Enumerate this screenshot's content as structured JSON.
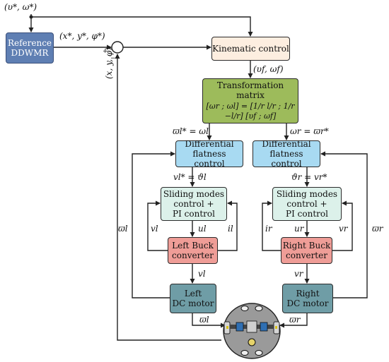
{
  "colors": {
    "reference_block": "#5f7fb3",
    "kinematic_block": "#fdeee0",
    "transformation_block": "#9dbb5b",
    "flatness_block": "#a8daf2",
    "sliding_block": "#dcf1ea",
    "buck_block": "#ef9d97",
    "motor_block": "#6f9da6",
    "robot_body": "#9a9a9a"
  },
  "nodes": {
    "reference": {
      "line1": "Reference",
      "line2": "DDWMR"
    },
    "kinematic": {
      "label": "Kinematic control"
    },
    "transformation": {
      "title": "Transformation matrix",
      "equation": "[ωr ; ωl] = [1/r  l/r ; 1/r  −l/r] [υf ; ωf]"
    },
    "flatness_left": {
      "line1": "Differential",
      "line2": "flatness control"
    },
    "flatness_right": {
      "line1": "Differential",
      "line2": "flatness control"
    },
    "sliding_left": {
      "line1": "Sliding modes",
      "line2": "control +",
      "line3": "PI control"
    },
    "sliding_right": {
      "line1": "Sliding modes",
      "line2": "control +",
      "line3": "PI control"
    },
    "buck_left": {
      "line1": "Left Buck",
      "line2": "converter"
    },
    "buck_right": {
      "line1": "Right Buck",
      "line2": "converter"
    },
    "motor_left": {
      "line1": "Left",
      "line2": "DC motor"
    },
    "motor_right": {
      "line1": "Right",
      "line2": "DC motor"
    }
  },
  "signals": {
    "ref_velocity": "(υ*, ω*)",
    "ref_pose": "(x*, y*, φ*)",
    "measured_pose": "(x, y, φ)",
    "kinematic_out": "(υf, ωf)",
    "omega_left_ref": "ϖl* = ωl",
    "omega_right_ref": "ωr = ϖr*",
    "v_left_ref": "vl* = ϑl",
    "v_right_ref": "ϑr = vr*",
    "v_left_fb": "vl",
    "i_left_fb": "il",
    "u_left": "ul",
    "i_right_fb": "ir",
    "v_right_fb": "vr",
    "u_right": "ur",
    "v_left_out": "vl",
    "v_right_out": "vr",
    "speed_left_fb": "ϖl",
    "speed_right_fb": "ϖr",
    "speed_left_out": "ϖl",
    "speed_right_out": "ϖr"
  },
  "summing_signs": {
    "plus": "+",
    "minus": "−"
  }
}
